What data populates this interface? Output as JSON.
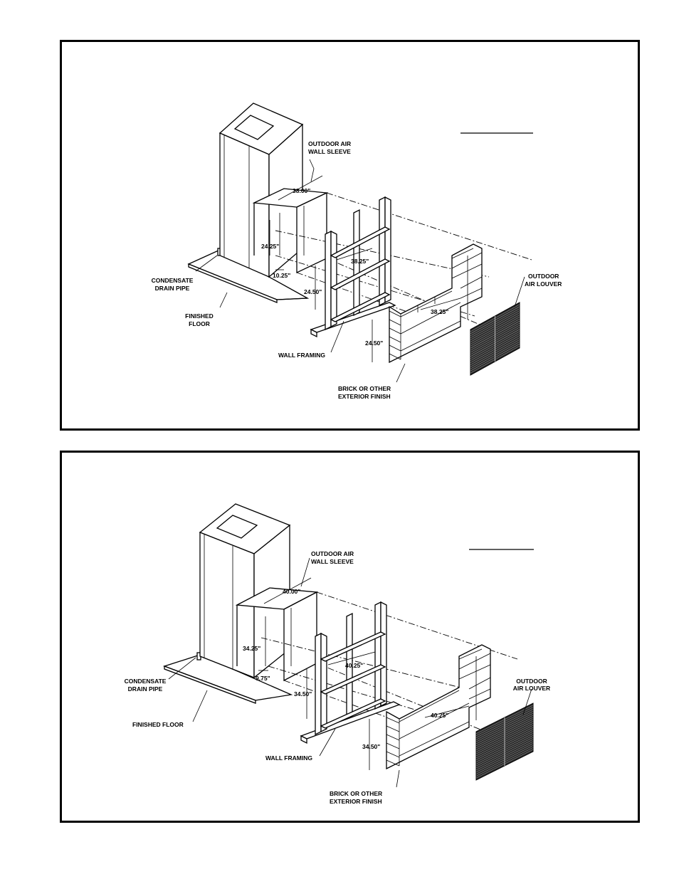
{
  "figure1": {
    "labels": {
      "outdoor_air_sleeve": [
        "OUTDOOR AIR",
        "WALL SLEEVE"
      ],
      "condensate": [
        "CONDENSATE",
        "DRAIN PIPE"
      ],
      "finished_floor": [
        "FINISHED",
        "FLOOR"
      ],
      "wall_framing": "WALL FRAMING",
      "brick": [
        "BRICK OR OTHER",
        "EXTERIOR FINISH"
      ],
      "louver": [
        "OUTDOOR",
        "AIR LOUVER"
      ]
    },
    "dims": {
      "sleeve_width": "38.00\"",
      "sleeve_height": "24.25\"",
      "sleeve_offset": "10.25\"",
      "frame_width": "38.25\"",
      "frame_height": "24.50\"",
      "brick_width": "38.25\"",
      "brick_height": "24.50\""
    }
  },
  "figure2": {
    "labels": {
      "outdoor_air_sleeve": [
        "OUTDOOR AIR",
        "WALL SLEEVE"
      ],
      "condensate": [
        "CONDENSATE",
        "DRAIN PIPE"
      ],
      "finished_floor": "FINISHED FLOOR",
      "wall_framing": "WALL FRAMING",
      "brick": [
        "BRICK OR OTHER",
        "EXTERIOR FINISH"
      ],
      "louver": [
        "OUTDOOR",
        "AIR LOUVER"
      ]
    },
    "dims": {
      "sleeve_width": "40.00\"",
      "sleeve_height": "34.25\"",
      "sleeve_offset": "9.75\"",
      "frame_width": "40.25\"",
      "frame_height": "34.50\"",
      "brick_width": "40.25\"",
      "brick_height": "34.50\""
    }
  }
}
